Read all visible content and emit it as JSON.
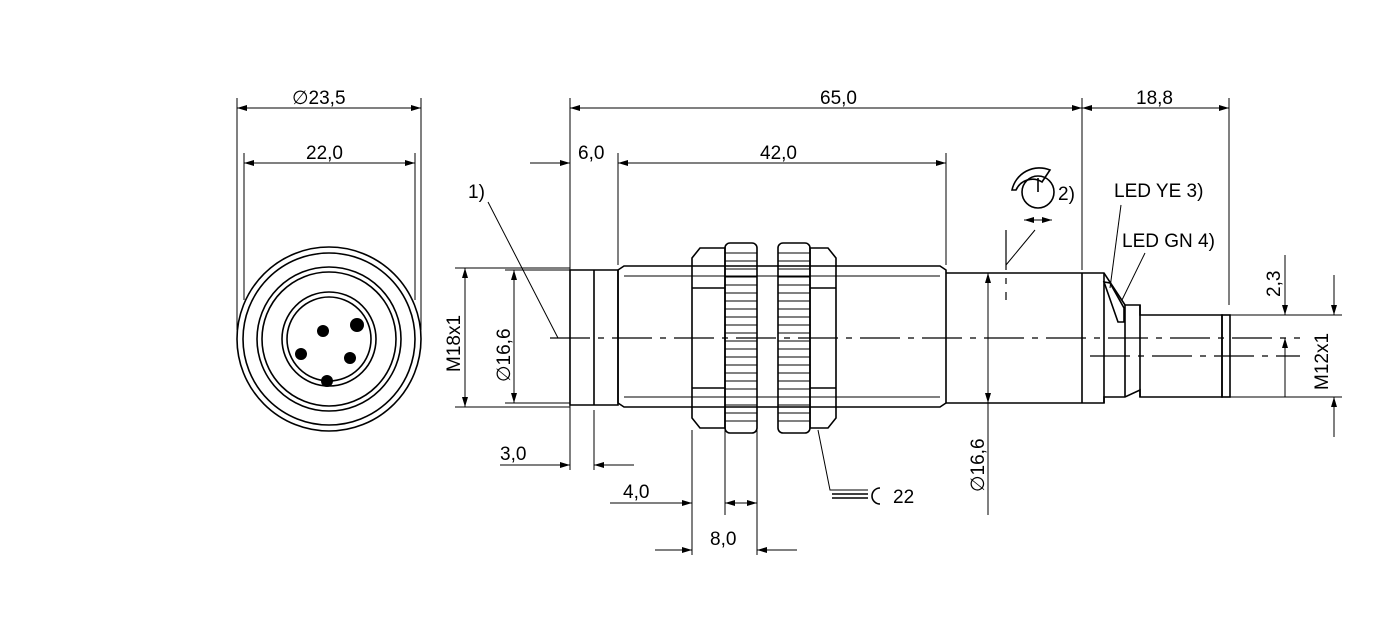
{
  "front_view": {
    "dim_outer": "∅23,5",
    "dim_across": "22,0"
  },
  "side_view": {
    "dim_total": "65,0",
    "dim_connector": "18,8",
    "dim_face": "6,0",
    "dim_thread": "42,0",
    "note_1": "1)",
    "note_2": "2)",
    "led_yellow": "LED YE 3)",
    "led_green": "LED GN 4)",
    "thread_main": "M18x1",
    "dia_face": "∅16,6",
    "dia_body": "∅16,6",
    "dim_face_step": "3,0",
    "dim_nut": "4,0",
    "dim_nut_pair": "8,0",
    "wrench_size": "22",
    "dim_connector_offset": "2,3",
    "thread_connector": "M12x1"
  }
}
